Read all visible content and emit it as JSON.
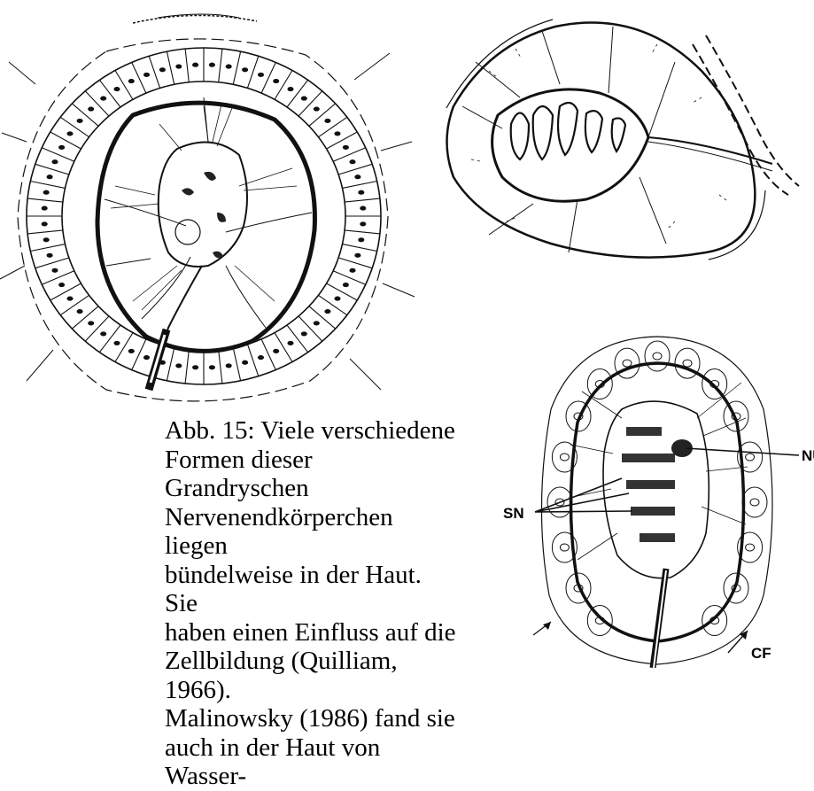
{
  "caption": "Abb. 15: Viele verschiedene\nFormen dieser Grandryschen\nNervenendkörperchen liegen\nbündelweise in der Haut. Sie\nhaben einen Einfluss auf die\nZellbildung (Quilliam, 1966).\nMalinowsky (1986) fand sie\nauch in der Haut von Wasser-",
  "labels": {
    "sn": "SN",
    "nu": "NU",
    "cf": "CF"
  }
}
